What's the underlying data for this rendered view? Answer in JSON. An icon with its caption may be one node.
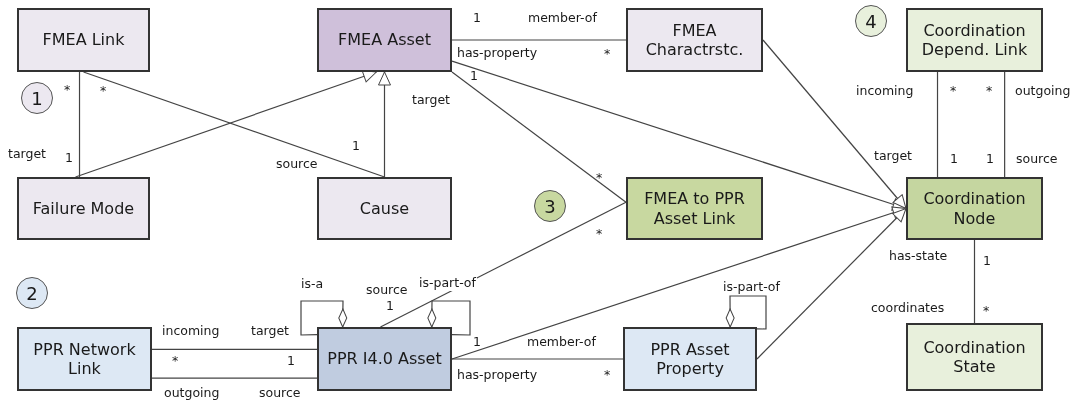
{
  "diagram": {
    "nodes": [
      {
        "text": [
          "FMEA Link"
        ]
      },
      {
        "text": [
          "FMEA Asset"
        ]
      },
      {
        "text": [
          "FMEA Charactrstc."
        ]
      },
      {
        "text": [
          "Coordination Depend. Link"
        ]
      },
      {
        "text": [
          "Failure Mode"
        ]
      },
      {
        "text": [
          "Cause"
        ]
      },
      {
        "text": [
          "FMEA to PPR Asset Link"
        ]
      },
      {
        "text": [
          "Coordination Node"
        ]
      },
      {
        "text": [
          "PPR Network Link"
        ]
      },
      {
        "text": [
          "PPR I4.0 Asset"
        ]
      },
      {
        "text": [
          "PPR Asset Property"
        ]
      },
      {
        "text": [
          "Coordination State"
        ]
      },
      {
        "text": [
          "1"
        ]
      },
      {
        "text": [
          "2"
        ]
      },
      {
        "text": [
          "3"
        ]
      },
      {
        "text": [
          "4"
        ]
      }
    ],
    "edges": [
      {
        "from": 0,
        "to": 4,
        "arrow": "none"
      },
      {
        "from": 0,
        "to": 5,
        "arrow": "none"
      },
      {
        "from": 4,
        "to": 1,
        "arrow": "to"
      },
      {
        "from": 5,
        "to": 1,
        "arrow": "to"
      },
      {
        "from": 1,
        "to": 2,
        "arrow": "none"
      },
      {
        "from": 1,
        "to": 7,
        "arrow": "to"
      },
      {
        "from": 2,
        "to": 7,
        "arrow": "to"
      },
      {
        "from": 1,
        "to": 6,
        "arrow": "none"
      },
      {
        "from": 9,
        "to": 6,
        "arrow": "none"
      },
      {
        "from": 9,
        "to": 7,
        "arrow": "to"
      },
      {
        "from": 10,
        "to": 7,
        "arrow": "to"
      },
      {
        "from": 3,
        "to": 7,
        "arrow": "none"
      },
      {
        "from": 3,
        "to": 7,
        "arrow": "none"
      },
      {
        "from": 7,
        "to": 11,
        "arrow": "none"
      },
      {
        "from": 8,
        "to": 9,
        "arrow": "none"
      },
      {
        "from": 8,
        "to": 9,
        "arrow": "none"
      },
      {
        "from": 9,
        "to": 9,
        "arrow": "other",
        "label": "is-a"
      },
      {
        "from": 9,
        "to": 9,
        "arrow": "other",
        "label": "is-part-of"
      },
      {
        "from": 9,
        "to": 10,
        "arrow": "none"
      },
      {
        "from": 10,
        "to": 10,
        "arrow": "other",
        "label": "is-part-of"
      }
    ],
    "labels": [
      "*",
      "*",
      "target",
      "1",
      "source",
      "1",
      "1",
      "member-of",
      "has-property",
      "*",
      "target",
      "1",
      "*",
      "*",
      "incoming",
      "*",
      "*",
      "outgoing",
      "target",
      "1",
      "1",
      "source",
      "source",
      "1",
      "incoming",
      "target",
      "*",
      "1",
      "outgoing",
      "source",
      "1",
      "member-of",
      "has-property",
      "*",
      "has-state",
      "1",
      "coordinates",
      "*"
    ]
  }
}
